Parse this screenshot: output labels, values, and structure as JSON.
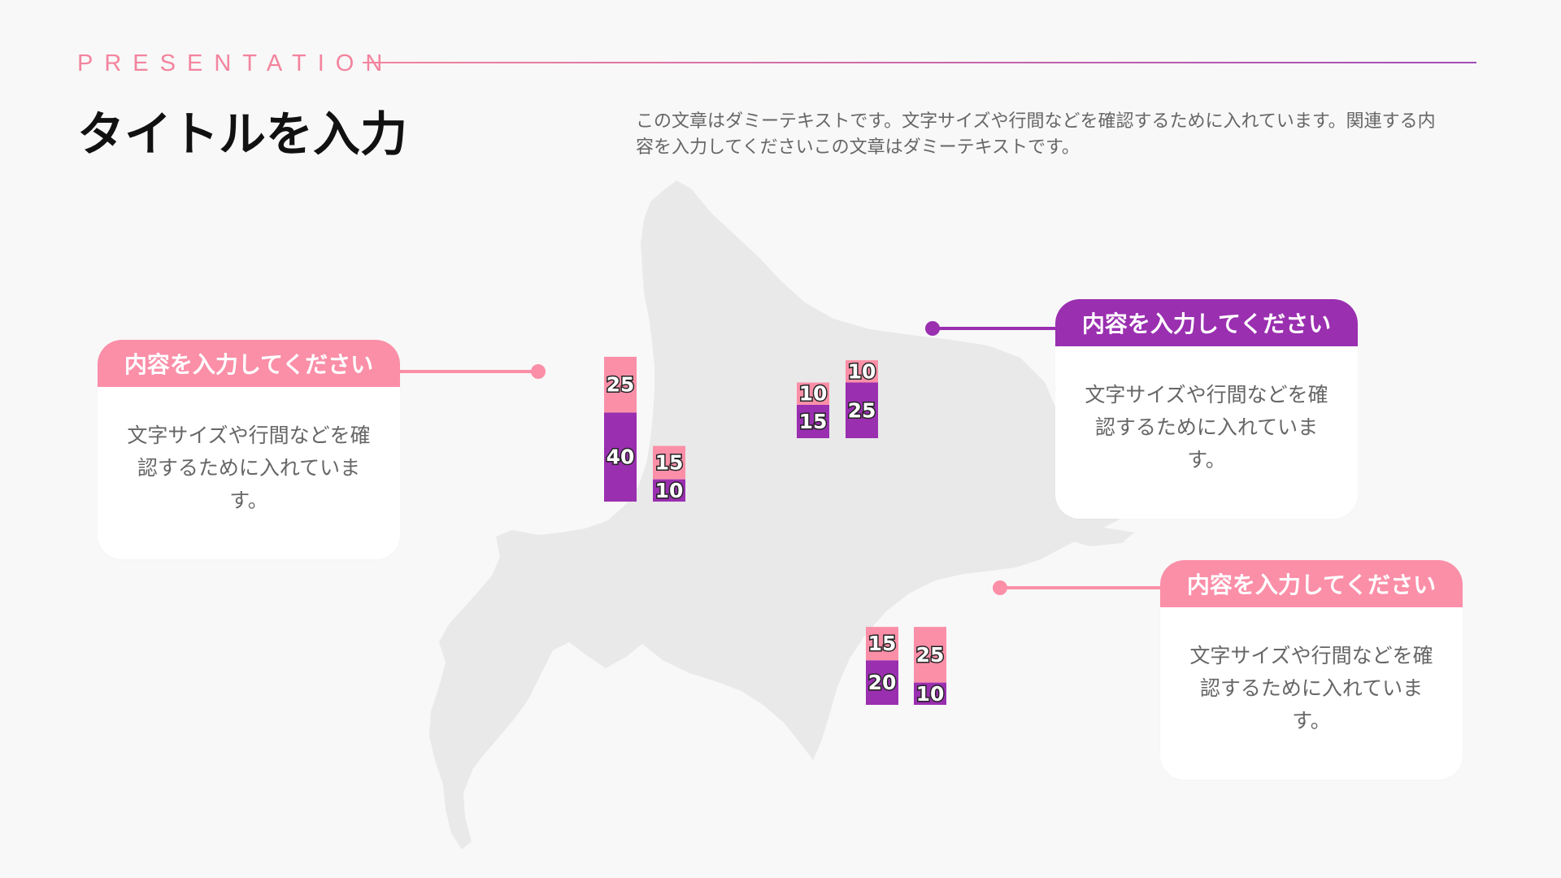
{
  "header": {
    "eyebrow": "PRESENTATION",
    "title": "タイトルを入力",
    "description": "この文章はダミーテキストです。文字サイズや行間などを確認するために入れています。関連する内容を入力してくださいこの文章はダミーテキストです。"
  },
  "colors": {
    "pink": "#fb8fa8",
    "purple": "#9a2fb0",
    "map": "#e9e9e9"
  },
  "callouts": [
    {
      "title": "内容を入力してください",
      "body": "文字サイズや行間などを確認するために入れています。",
      "color": "#fb8fa8"
    },
    {
      "title": "内容を入力してください",
      "body": "文字サイズや行間などを確認するために入れています。",
      "color": "#9a2fb0"
    },
    {
      "title": "内容を入力してください",
      "body": "文字サイズや行間などを確認するために入れています。",
      "color": "#fb8fa8"
    }
  ],
  "chart_data": {
    "type": "bar",
    "stacked": true,
    "series": [
      {
        "name": "purple",
        "color": "#9a2fb0",
        "values": [
          40,
          10,
          15,
          25,
          20,
          10
        ]
      },
      {
        "name": "pink",
        "color": "#fb8fa8",
        "values": [
          25,
          15,
          10,
          10,
          15,
          25
        ]
      }
    ],
    "groups": [
      "left",
      "left",
      "top",
      "top",
      "bottom",
      "bottom"
    ],
    "title": "",
    "xlabel": "",
    "ylabel": ""
  }
}
